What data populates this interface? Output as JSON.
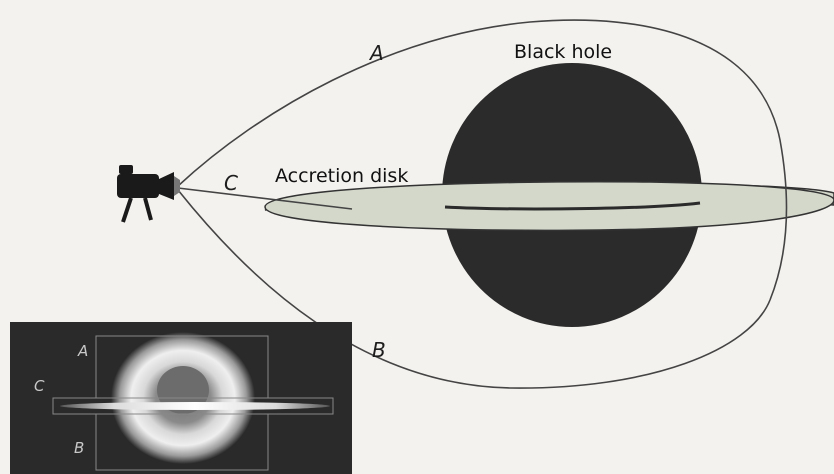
{
  "labels": {
    "path_a": "A",
    "path_b": "B",
    "path_c": "C",
    "black_hole": "Black hole",
    "accretion_disk": "Accretion disk"
  },
  "inset": {
    "label_a": "A",
    "label_b": "B",
    "label_c": "C"
  },
  "icons": {
    "camera": "camera-icon"
  },
  "colors": {
    "background": "#f4f2ee",
    "black_hole": "#2b2b2b",
    "disk": "#d3d8cb",
    "ray": "#444444",
    "inset_bg": "#2a2a2a"
  }
}
